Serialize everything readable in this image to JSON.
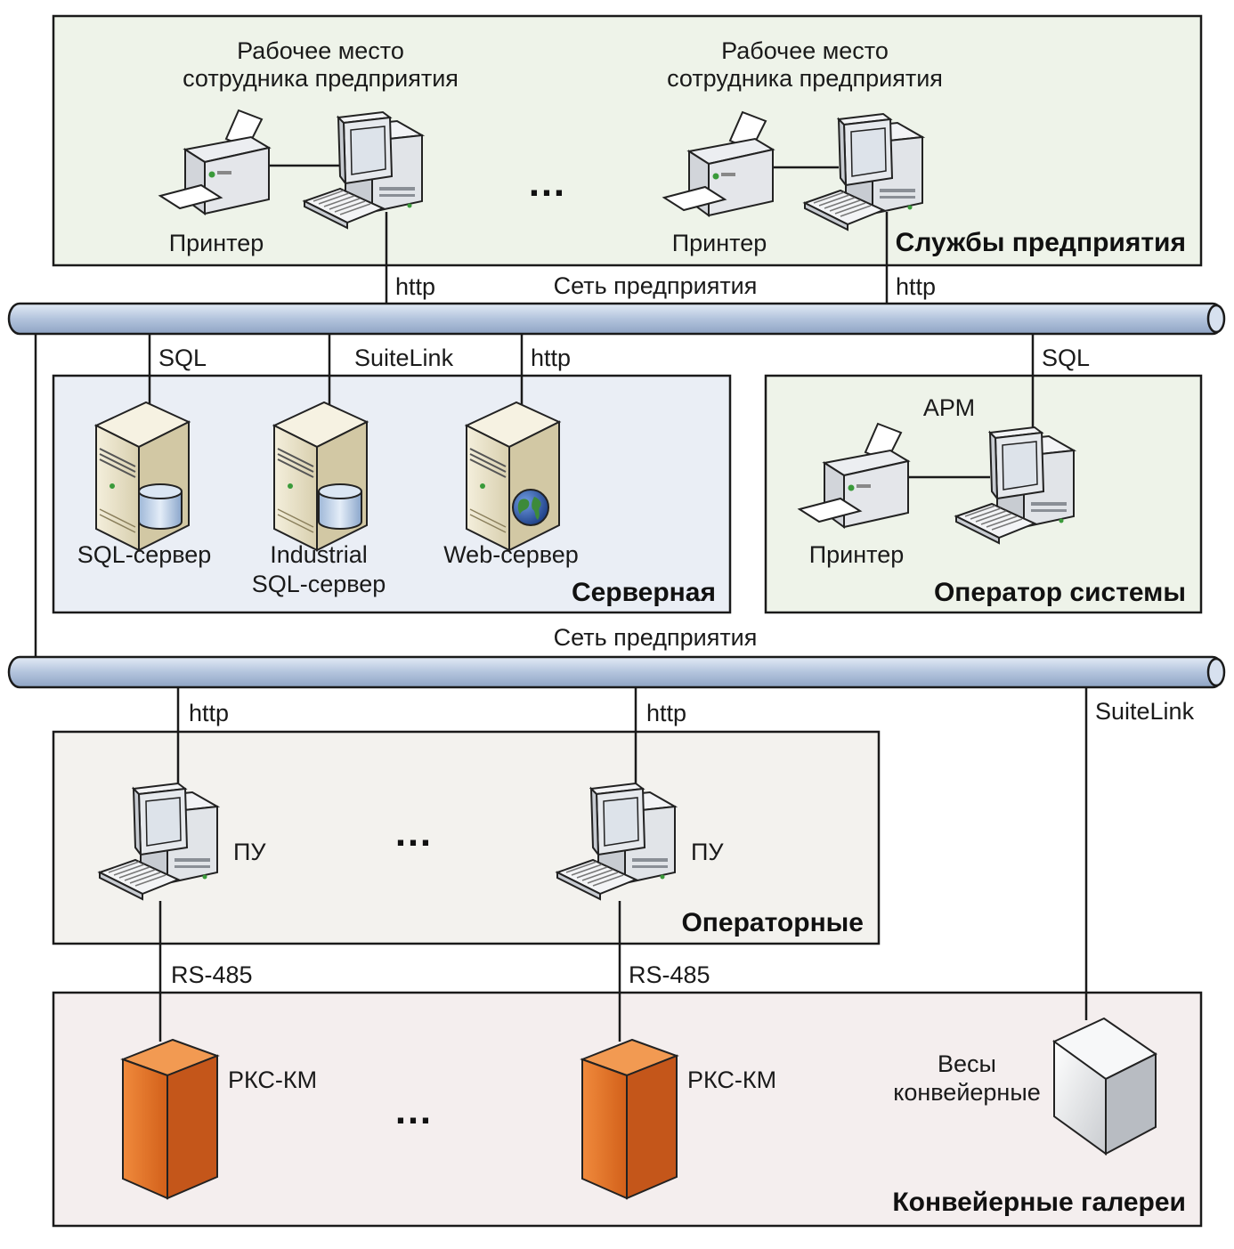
{
  "zones": {
    "enterprise": {
      "title": "Службы предприятия",
      "color": "#eef3e9"
    },
    "server": {
      "title": "Серверная",
      "color": "#eaeef5"
    },
    "operator": {
      "title": "Оператор системы",
      "color": "#eef3e9"
    },
    "control_rooms": {
      "title": "Операторные",
      "color": "#f3f2ee"
    },
    "galleries": {
      "title": "Конвейерные галереи",
      "color": "#f4eeee"
    }
  },
  "networks": {
    "upper": "Сеть предприятия",
    "lower": "Сеть предприятия"
  },
  "workstations": [
    {
      "title_line1": "Рабочее место",
      "title_line2": "сотрудника предприятия",
      "printer": "Принтер",
      "link": "http"
    },
    {
      "title_line1": "Рабочее место",
      "title_line2": "сотрудника предприятия",
      "printer": "Принтер",
      "link": "http"
    }
  ],
  "servers": [
    {
      "line1": "SQL-сервер",
      "line2": "",
      "link": "SQL"
    },
    {
      "line1": "Industrial",
      "line2": "SQL-сервер",
      "link": "SuiteLink"
    },
    {
      "line1": "Web-сервер",
      "line2": "",
      "link": "http"
    }
  ],
  "operator_station": {
    "label": "АРМ",
    "printer": "Принтер",
    "link": "SQL"
  },
  "control_panels": [
    {
      "label": "ПУ",
      "link": "http",
      "bus": "RS-485"
    },
    {
      "label": "ПУ",
      "link": "http",
      "bus": "RS-485"
    }
  ],
  "field_devices": [
    {
      "label": "РКС-КМ"
    },
    {
      "label": "РКС-КМ"
    }
  ],
  "scale": {
    "line1": "Весы",
    "line2": "конвейерные",
    "link": "SuiteLink"
  },
  "ellipsis": "…",
  "colors": {
    "pipe": "#b9c9e0",
    "pipe_dark": "#7f95b5",
    "server": "#e8e0c2",
    "orange": "#d9661c",
    "screen": "#dde3ea"
  }
}
